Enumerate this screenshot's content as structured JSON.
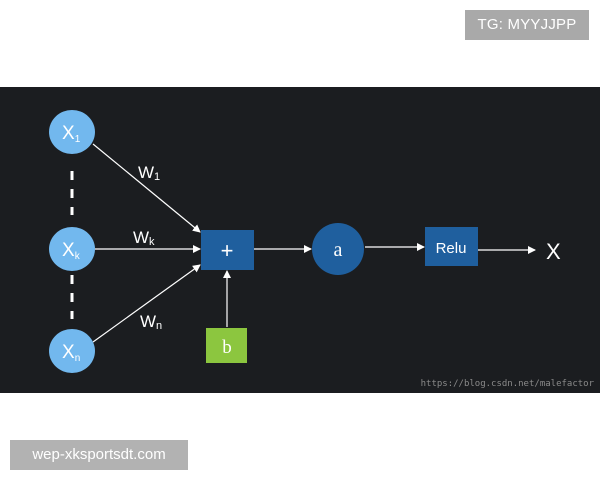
{
  "top_badge": {
    "text": "TG: MYYJJPP"
  },
  "footer_badge": {
    "text": "wep-xksportsdt.com"
  },
  "diagram": {
    "inputs": [
      {
        "main": "X",
        "sub": "1"
      },
      {
        "main": "X",
        "sub": "k"
      },
      {
        "main": "X",
        "sub": "n"
      }
    ],
    "weights": [
      {
        "main": "W",
        "sub": "1"
      },
      {
        "main": "W",
        "sub": "k"
      },
      {
        "main": "W",
        "sub": "n"
      }
    ],
    "sum_symbol": "+",
    "bias_label": "b",
    "activation_node_label": "a",
    "relu_label": "Relu",
    "output_label": "X",
    "watermark": "https://blog.csdn.net/malefactor"
  },
  "colors": {
    "background": "#1b1d20",
    "input_node": "#72b8ee",
    "sum_box": "#1f5f9e",
    "activation_node": "#1f5f9e",
    "relu_box": "#1f5f9e",
    "bias_box": "#8cc63f",
    "lines": "#ffffff"
  }
}
